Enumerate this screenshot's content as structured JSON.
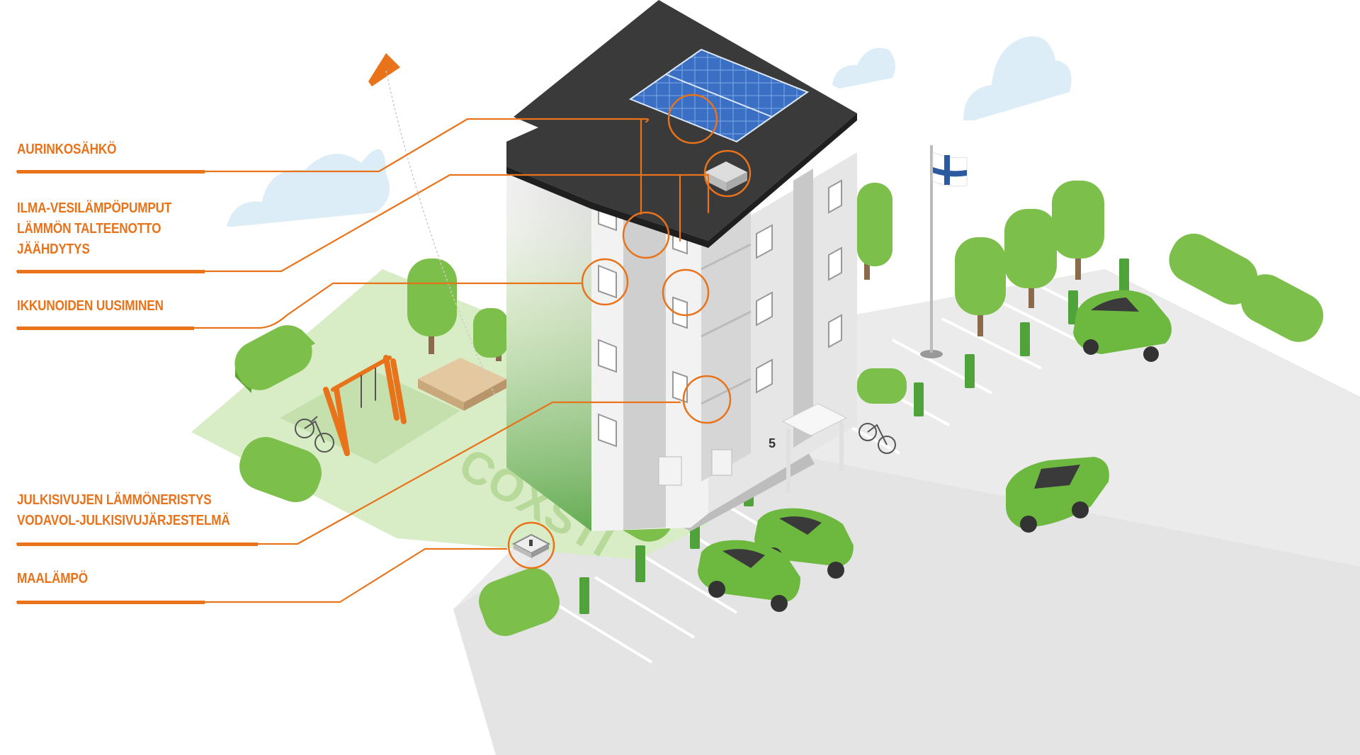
{
  "accent_color": "#e8731a",
  "greenery_color": "#7cbf4a",
  "callouts": [
    {
      "lines": [
        "AURINKOSÄHKÖ"
      ]
    },
    {
      "lines": [
        "ILMA-VESILÄMPÖPUMPUT",
        "LÄMMÖN TALTEENOTTO",
        "JÄÄHDYTYS"
      ]
    },
    {
      "lines": [
        "IKKUNOIDEN UUSIMINEN"
      ]
    },
    {
      "lines": [
        "JULKISIVUJEN LÄMMÖNERISTYS",
        "VODAVOL-JULKISIVUJÄRJESTELMÄ"
      ]
    },
    {
      "lines": [
        "MAALÄMPÖ"
      ]
    }
  ],
  "scene": {
    "building_number": "5",
    "ground_marking": "COXSTI"
  }
}
